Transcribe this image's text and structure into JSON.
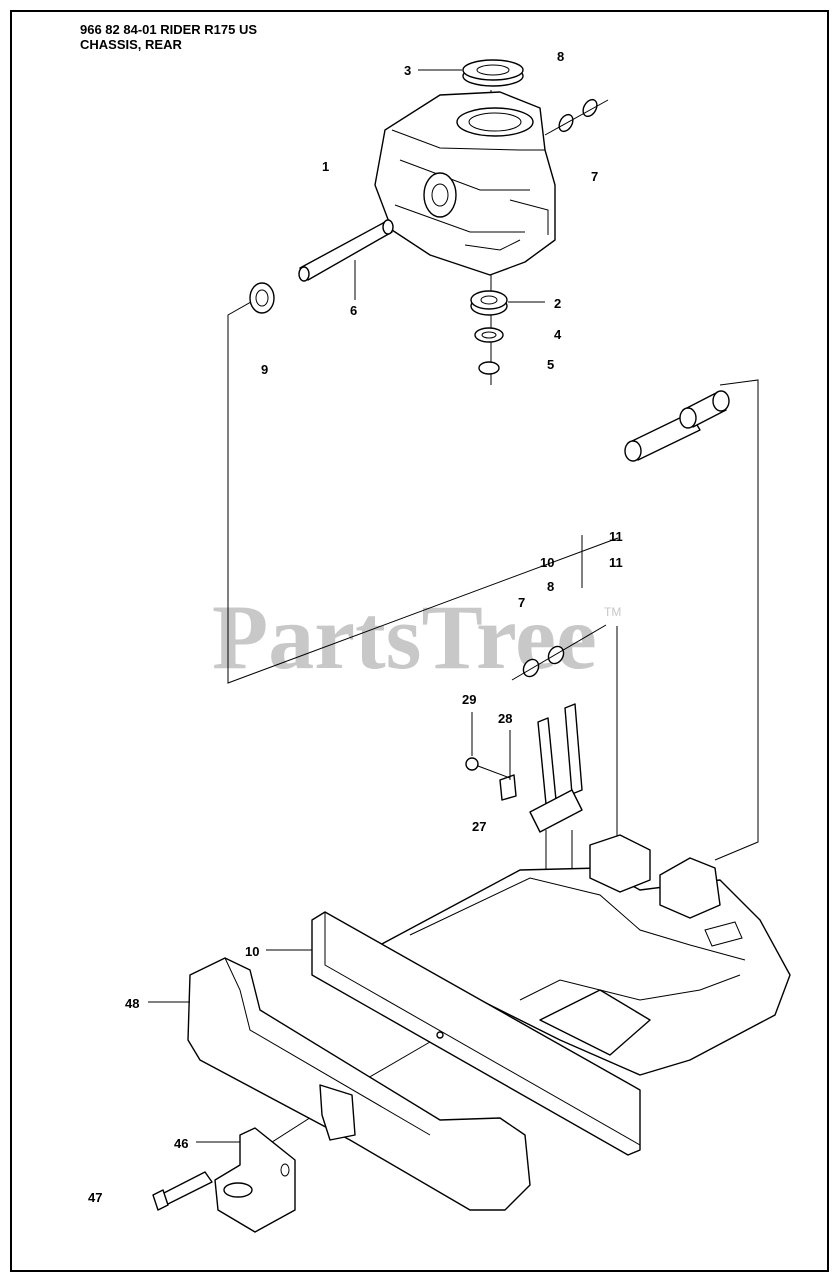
{
  "header": {
    "line1": "966 82 84-01 RIDER R175 US",
    "line2": "CHASSIS, REAR"
  },
  "watermark": {
    "text": "PartsTree",
    "tm": "TM"
  },
  "callouts": [
    {
      "id": "c-3",
      "text": "3"
    },
    {
      "id": "c-8a",
      "text": "8"
    },
    {
      "id": "c-1",
      "text": "1"
    },
    {
      "id": "c-7a",
      "text": "7"
    },
    {
      "id": "c-6",
      "text": "6"
    },
    {
      "id": "c-2",
      "text": "2"
    },
    {
      "id": "c-4",
      "text": "4"
    },
    {
      "id": "c-5",
      "text": "5"
    },
    {
      "id": "c-9",
      "text": "9"
    },
    {
      "id": "c-11a",
      "text": "11"
    },
    {
      "id": "c-10a",
      "text": "10"
    },
    {
      "id": "c-11b",
      "text": "11"
    },
    {
      "id": "c-8b",
      "text": "8"
    },
    {
      "id": "c-7b",
      "text": "7"
    },
    {
      "id": "c-29",
      "text": "29"
    },
    {
      "id": "c-28",
      "text": "28"
    },
    {
      "id": "c-27",
      "text": "27"
    },
    {
      "id": "c-10b",
      "text": "10"
    },
    {
      "id": "c-48",
      "text": "48"
    },
    {
      "id": "c-46",
      "text": "46"
    },
    {
      "id": "c-47",
      "text": "47"
    }
  ]
}
